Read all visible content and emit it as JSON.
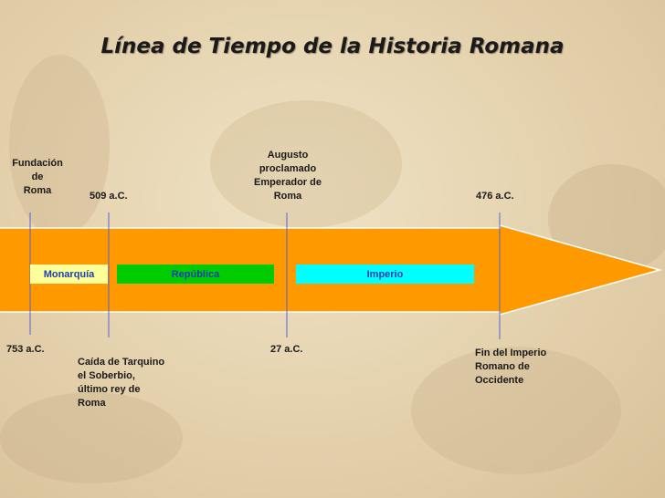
{
  "title": "Línea de Tiempo de la Historia Romana",
  "colors": {
    "arrow": "#fe9900",
    "arrow_outline": "#ffffff",
    "tick_line": "#5560d8",
    "monarquia": "#ffff99",
    "republica": "#00cc00",
    "imperio": "#00ffff",
    "period_text": "#1a3fb0"
  },
  "periods": [
    {
      "label": "Monarquía"
    },
    {
      "label": "República"
    },
    {
      "label": "Imperio"
    }
  ],
  "events_top": [
    {
      "text": "Fundación\nde\n Roma"
    },
    {
      "text": "509 a.C."
    },
    {
      "text": "Augusto\nproclamado\nEmperador de\nRoma"
    },
    {
      "text": "476 a.C."
    }
  ],
  "events_bottom": [
    {
      "text": "753 a.C."
    },
    {
      "text": "Caída de Tarquino\nel Soberbio,\núltimo rey de\nRoma"
    },
    {
      "text": "27 a.C."
    },
    {
      "text": "Fin del Imperio\nRomano de\nOccidente"
    }
  ]
}
